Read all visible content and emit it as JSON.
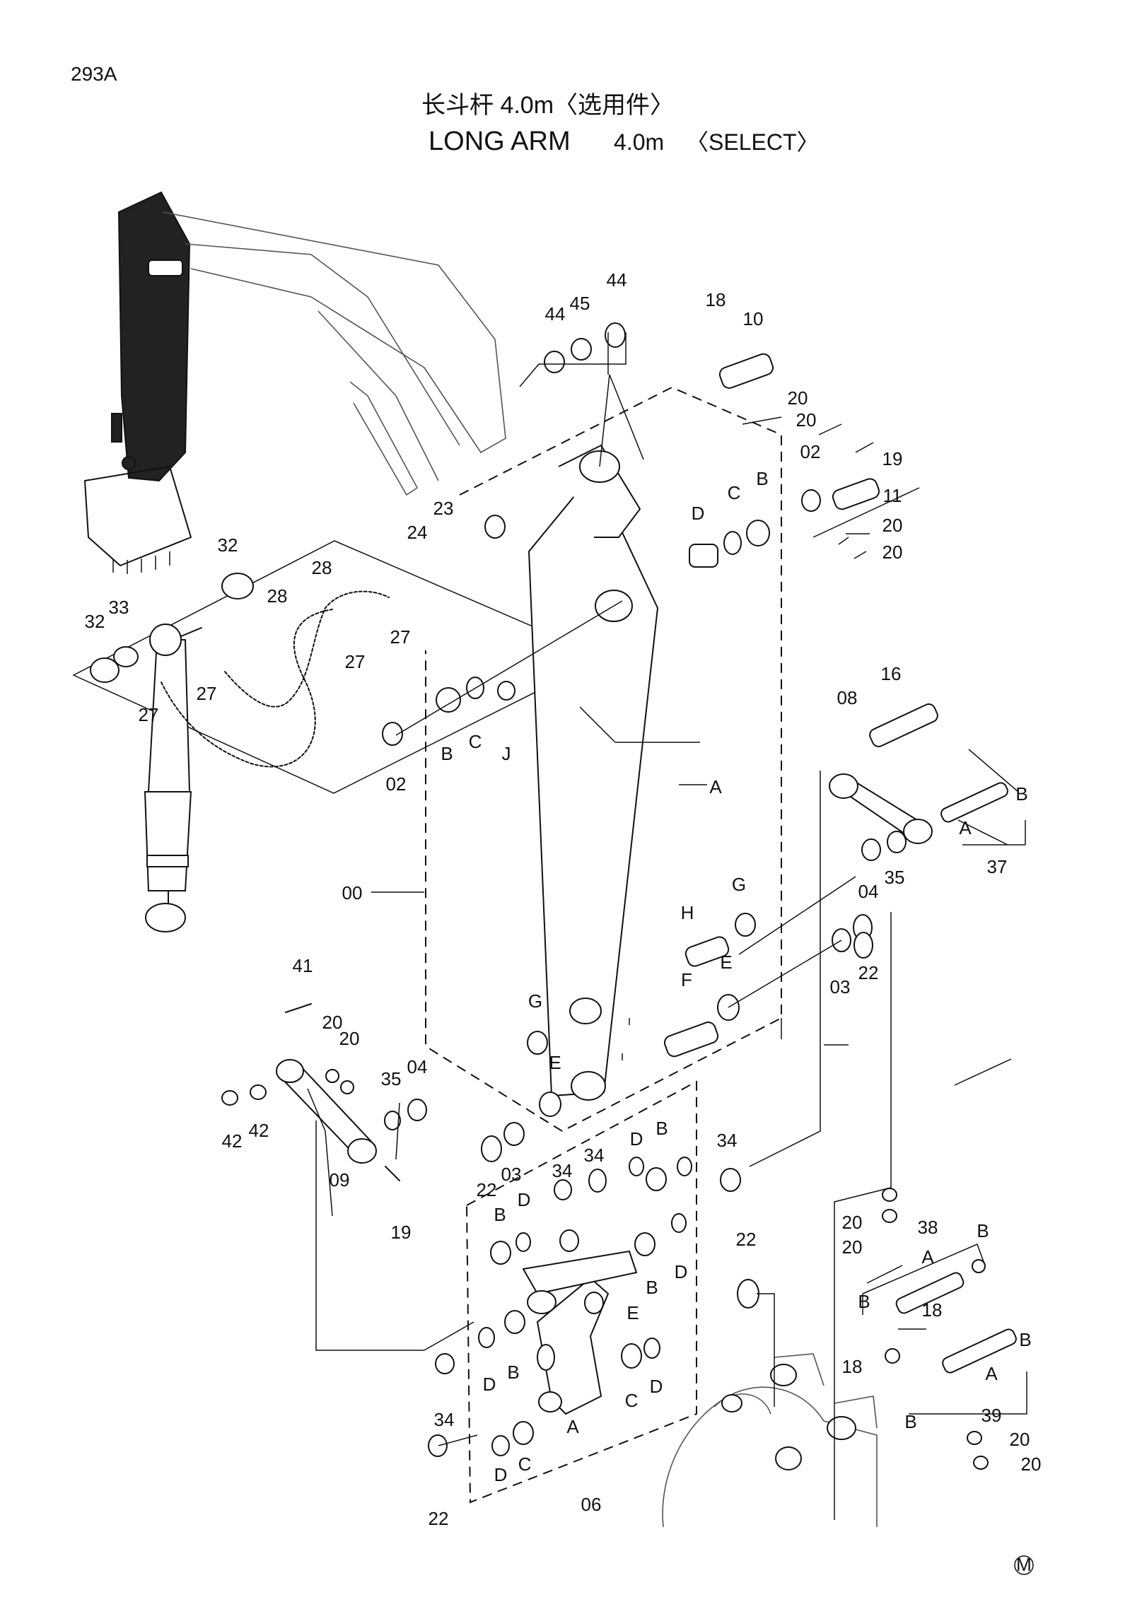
{
  "page_code": "293A",
  "title_cn": "长斗杆 4.0m〈选用件〉",
  "title_en_main": "LONG ARM",
  "title_en_size": "4.0m",
  "title_en_select": "〈SELECT〉",
  "mark": "M",
  "callouts": [
    {
      "id": "c44a",
      "text": "44"
    },
    {
      "id": "c45",
      "text": "45"
    },
    {
      "id": "c44b",
      "text": "44"
    },
    {
      "id": "c18a",
      "text": "18"
    },
    {
      "id": "c10",
      "text": "10"
    },
    {
      "id": "c20a",
      "text": "20"
    },
    {
      "id": "c20b",
      "text": "20"
    },
    {
      "id": "c19a",
      "text": "19"
    },
    {
      "id": "c02a",
      "text": "02"
    },
    {
      "id": "c11",
      "text": "11"
    },
    {
      "id": "c20c",
      "text": "20"
    },
    {
      "id": "c20d",
      "text": "20"
    },
    {
      "id": "cBa",
      "text": "B"
    },
    {
      "id": "cCa",
      "text": "C"
    },
    {
      "id": "cDa",
      "text": "D"
    },
    {
      "id": "c23",
      "text": "23"
    },
    {
      "id": "c24",
      "text": "24"
    },
    {
      "id": "c32a",
      "text": "32"
    },
    {
      "id": "c32b",
      "text": "32"
    },
    {
      "id": "c33",
      "text": "33"
    },
    {
      "id": "c28a",
      "text": "28"
    },
    {
      "id": "c28b",
      "text": "28"
    },
    {
      "id": "c27a",
      "text": "27"
    },
    {
      "id": "c27b",
      "text": "27"
    },
    {
      "id": "c27c",
      "text": "27"
    },
    {
      "id": "c27d",
      "text": "27"
    },
    {
      "id": "cBb",
      "text": "B"
    },
    {
      "id": "cCb",
      "text": "C"
    },
    {
      "id": "cJ",
      "text": "J"
    },
    {
      "id": "c02b",
      "text": "02"
    },
    {
      "id": "cA1",
      "text": "A"
    },
    {
      "id": "c00",
      "text": "00"
    },
    {
      "id": "c16",
      "text": "16"
    },
    {
      "id": "c08",
      "text": "08"
    },
    {
      "id": "cBc",
      "text": "B"
    },
    {
      "id": "cAc",
      "text": "A"
    },
    {
      "id": "c37",
      "text": "37"
    },
    {
      "id": "c04a",
      "text": "04"
    },
    {
      "id": "c35a",
      "text": "35"
    },
    {
      "id": "cG1",
      "text": "G"
    },
    {
      "id": "cH",
      "text": "H"
    },
    {
      "id": "cE1",
      "text": "E"
    },
    {
      "id": "cF",
      "text": "F"
    },
    {
      "id": "c03a",
      "text": "03"
    },
    {
      "id": "c22a",
      "text": "22"
    },
    {
      "id": "c41",
      "text": "41"
    },
    {
      "id": "c20e",
      "text": "20"
    },
    {
      "id": "c20f",
      "text": "20"
    },
    {
      "id": "c42a",
      "text": "42"
    },
    {
      "id": "c42b",
      "text": "42"
    },
    {
      "id": "c09",
      "text": "09"
    },
    {
      "id": "c19b",
      "text": "19"
    },
    {
      "id": "c35b",
      "text": "35"
    },
    {
      "id": "c04b",
      "text": "04"
    },
    {
      "id": "cG2",
      "text": "G"
    },
    {
      "id": "cE2",
      "text": "E"
    },
    {
      "id": "c22b",
      "text": "22"
    },
    {
      "id": "c03b",
      "text": "03"
    },
    {
      "id": "c34a",
      "text": "34"
    },
    {
      "id": "c34b",
      "text": "34"
    },
    {
      "id": "cDb",
      "text": "D"
    },
    {
      "id": "cBd",
      "text": "B"
    },
    {
      "id": "c34c",
      "text": "34"
    },
    {
      "id": "cBe",
      "text": "B"
    },
    {
      "id": "cDc",
      "text": "D"
    },
    {
      "id": "cDd",
      "text": "D"
    },
    {
      "id": "cBf",
      "text": "B"
    },
    {
      "id": "cEf",
      "text": "E"
    },
    {
      "id": "c22c",
      "text": "22"
    },
    {
      "id": "c20g",
      "text": "20"
    },
    {
      "id": "c20h",
      "text": "20"
    },
    {
      "id": "c38",
      "text": "38"
    },
    {
      "id": "cBg",
      "text": "B"
    },
    {
      "id": "cAg",
      "text": "A"
    },
    {
      "id": "cBh",
      "text": "B"
    },
    {
      "id": "c18b",
      "text": "18"
    },
    {
      "id": "c18c",
      "text": "18"
    },
    {
      "id": "cBi",
      "text": "B"
    },
    {
      "id": "cAi",
      "text": "A"
    },
    {
      "id": "cBj",
      "text": "B"
    },
    {
      "id": "c39",
      "text": "39"
    },
    {
      "id": "c20i",
      "text": "20"
    },
    {
      "id": "c20j",
      "text": "20"
    },
    {
      "id": "c34d",
      "text": "34"
    },
    {
      "id": "cDe",
      "text": "D"
    },
    {
      "id": "cBk",
      "text": "B"
    },
    {
      "id": "cCk",
      "text": "C"
    },
    {
      "id": "cDk",
      "text": "D"
    },
    {
      "id": "cAk",
      "text": "A"
    },
    {
      "id": "cDl",
      "text": "D"
    },
    {
      "id": "cCl",
      "text": "C"
    },
    {
      "id": "c22d",
      "text": "22"
    },
    {
      "id": "c06",
      "text": "06"
    }
  ]
}
